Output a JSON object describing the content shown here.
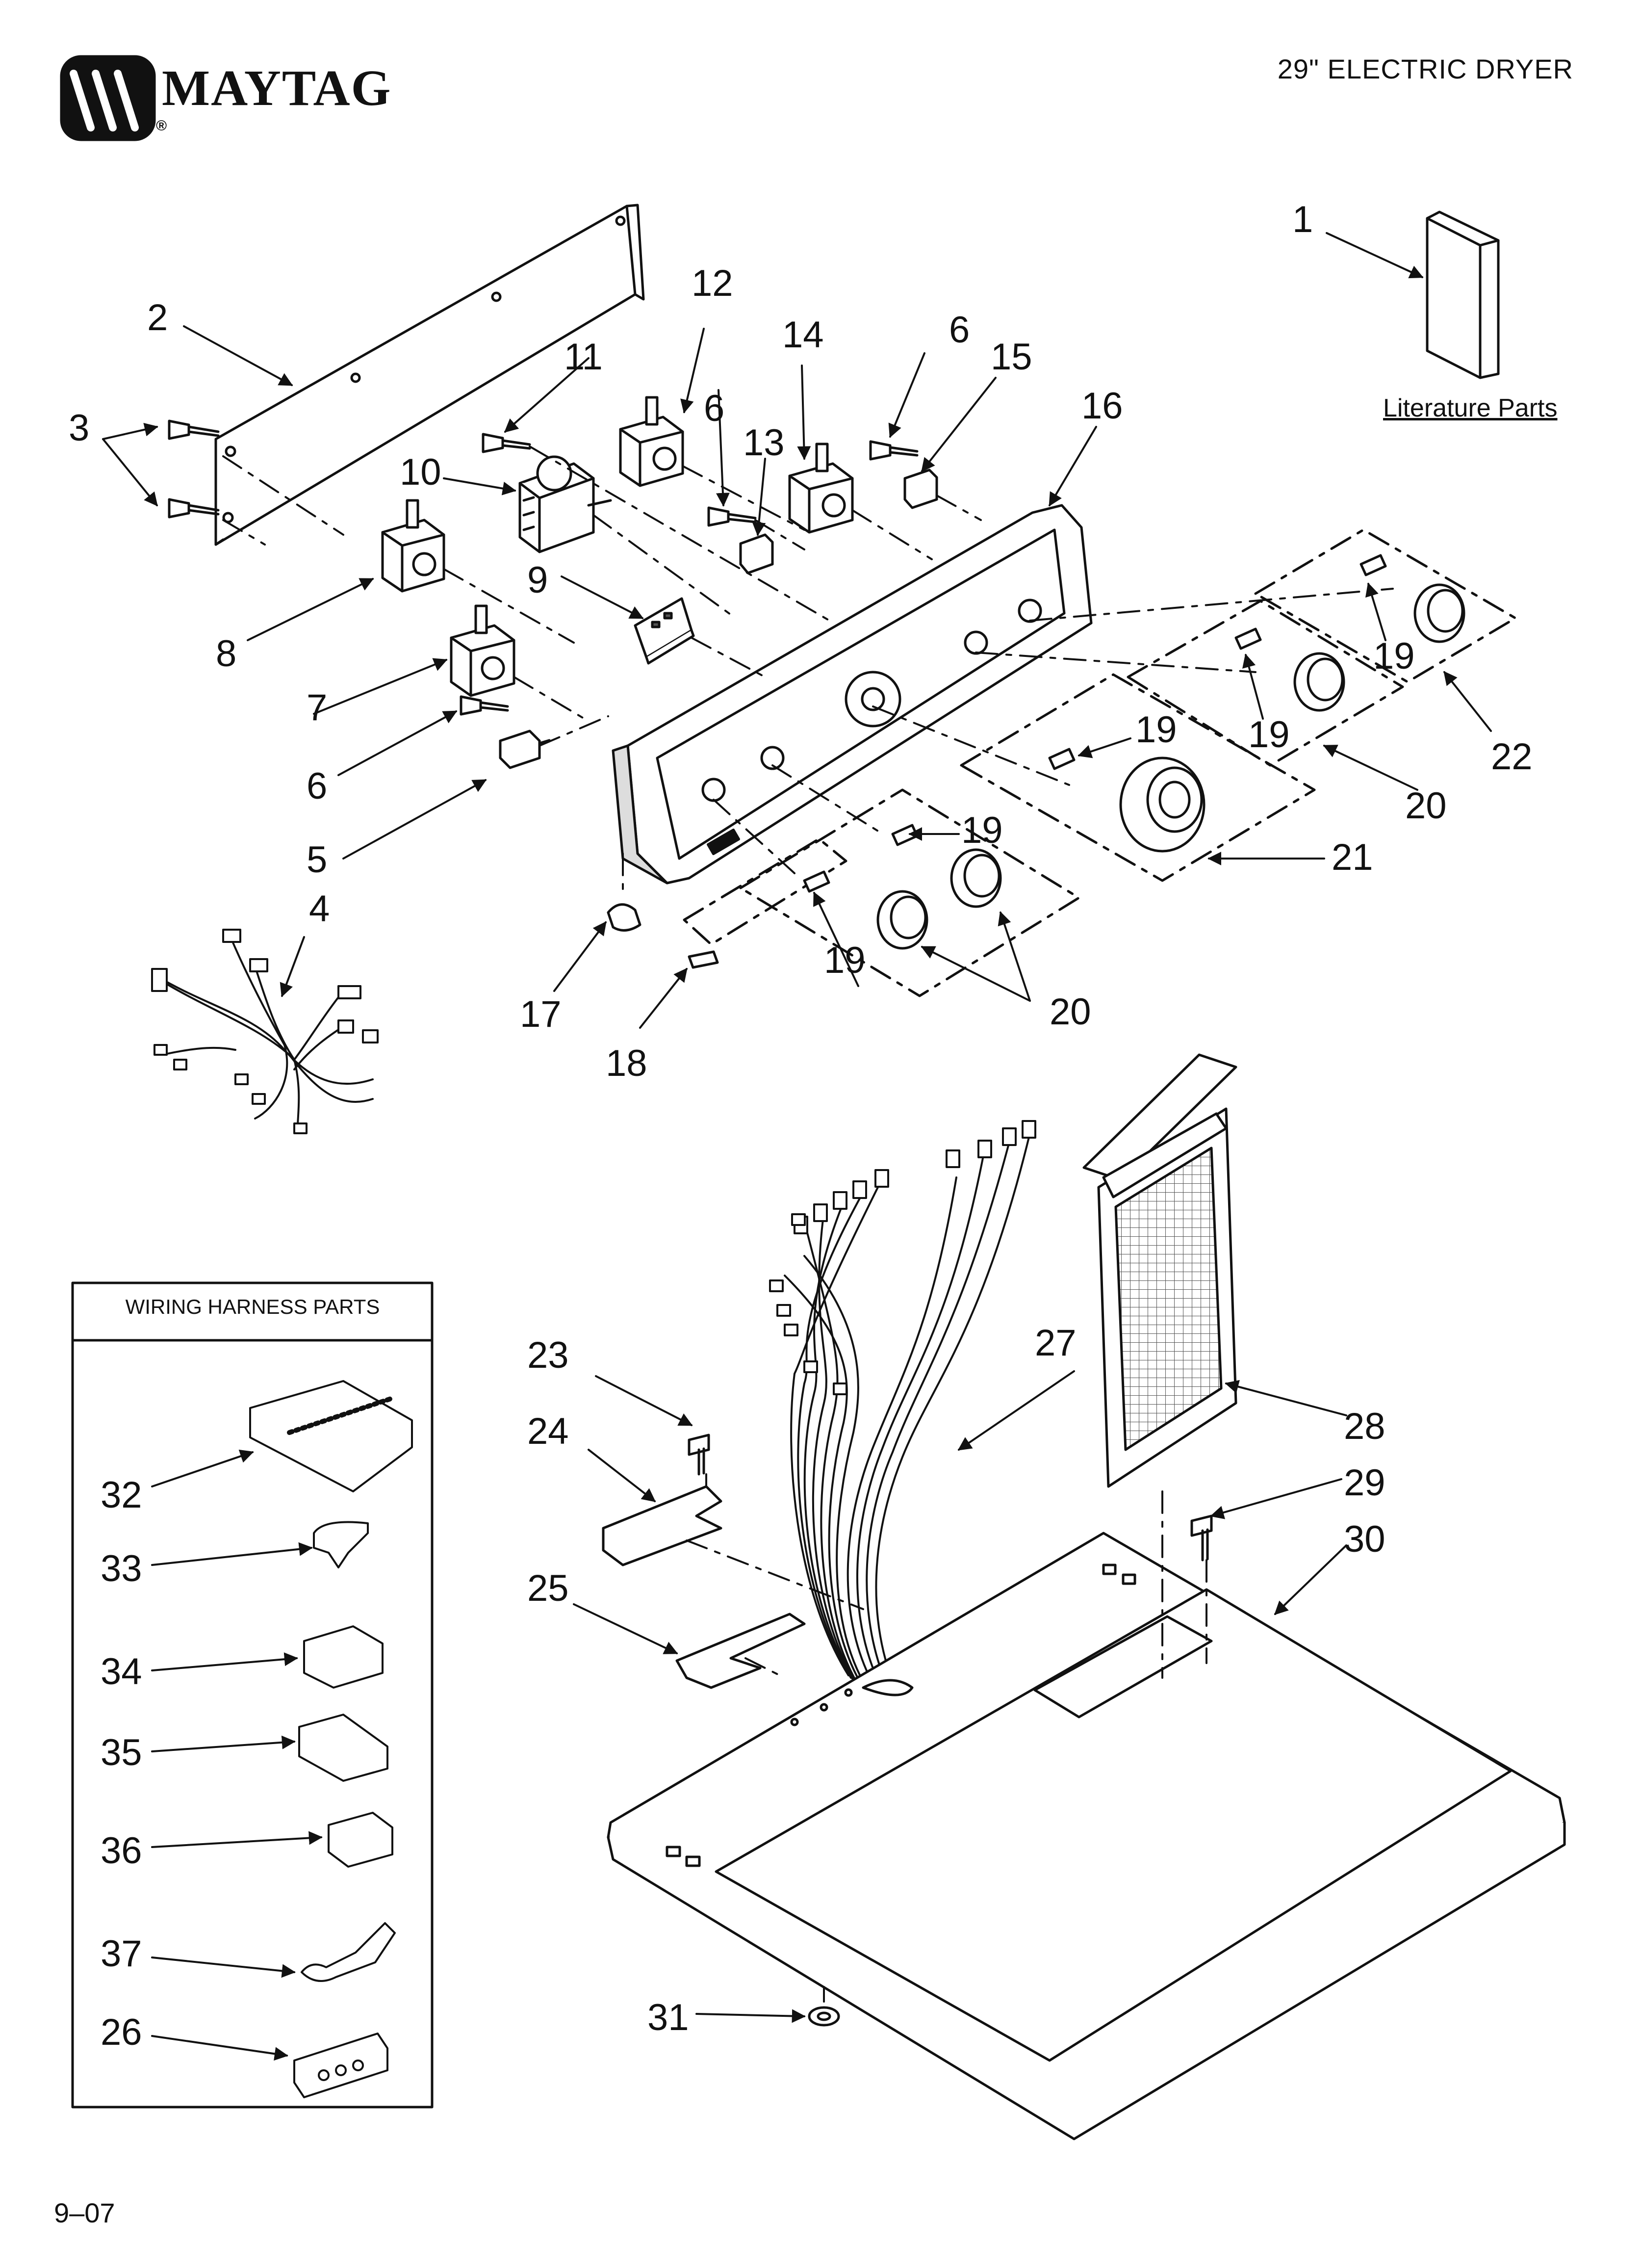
{
  "header": {
    "brand": "MAYTAG",
    "registered_mark": "®",
    "title": "29\" ELECTRIC DRYER"
  },
  "literature_label": "Literature Parts",
  "wiring_box_title": "WIRING HARNESS PARTS",
  "footer_code": "9–07",
  "callouts": [
    "1",
    "2",
    "3",
    "4",
    "5",
    "6",
    "6",
    "6",
    "7",
    "8",
    "9",
    "10",
    "11",
    "12",
    "13",
    "14",
    "15",
    "16",
    "17",
    "18",
    "19",
    "19",
    "19",
    "19",
    "19",
    "20",
    "20",
    "21",
    "22",
    "23",
    "24",
    "25",
    "26",
    "27",
    "28",
    "29",
    "30",
    "31",
    "32",
    "33",
    "34",
    "35",
    "36",
    "37"
  ],
  "colors": {
    "line": "#111111",
    "part_fill": "#ffffff",
    "shade": "#6e6e6e"
  }
}
